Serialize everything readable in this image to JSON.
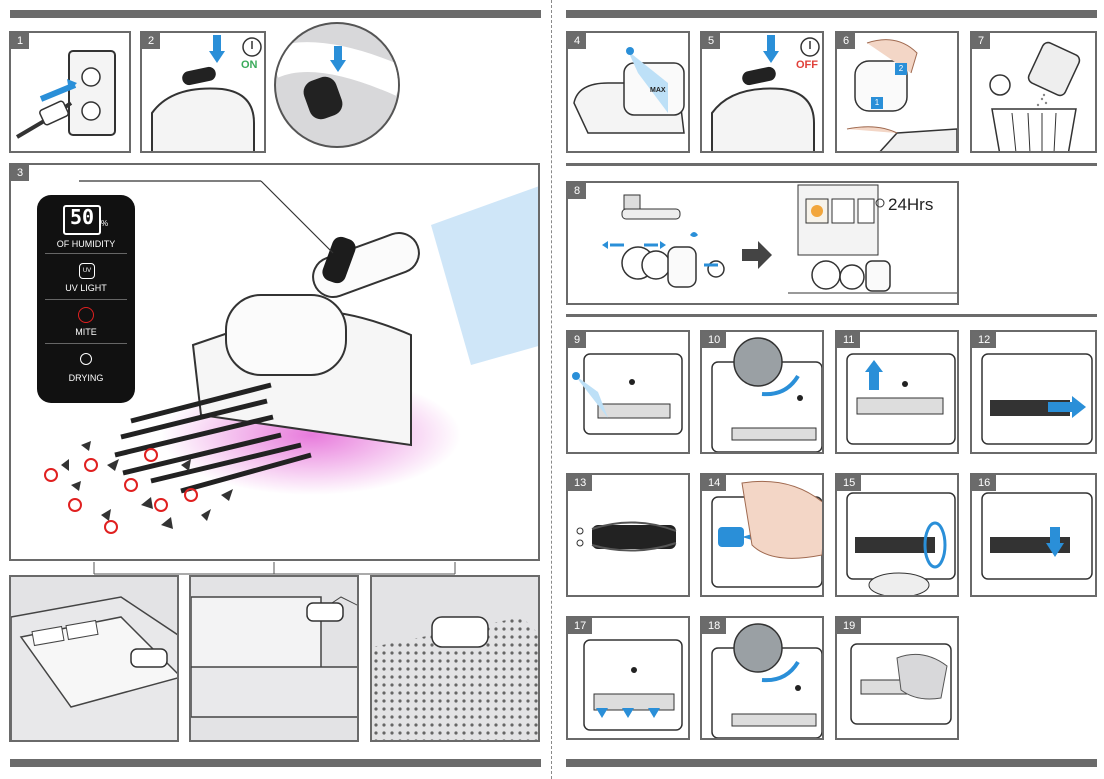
{
  "steps": {
    "s1": "1",
    "s2": "2",
    "s3": "3",
    "s4": "4",
    "s5": "5",
    "s6": "6",
    "s7": "7",
    "s8": "8",
    "s9": "9",
    "s10": "10",
    "s11": "11",
    "s12": "12",
    "s13": "13",
    "s14": "14",
    "s15": "15",
    "s16": "16",
    "s17": "17",
    "s18": "18",
    "s19": "19"
  },
  "power": {
    "on": "ON",
    "off": "OFF"
  },
  "display": {
    "humidity_value": "50",
    "humidity_unit": "%",
    "humidity_label": "OF HUMIDITY",
    "uv_icon_text": "UV",
    "uv_label": "UV LIGHT",
    "mite_label": "MITE",
    "drying_label": "DRYING"
  },
  "cup": {
    "max_label": "MAX"
  },
  "step6_callouts": {
    "first": "1",
    "second": "2"
  },
  "drying_time": "24Hrs",
  "icons": [
    "power-icon",
    "eye-icon",
    "sun-icon",
    "scissors-icon",
    "arrow-icon"
  ],
  "colors": {
    "bar": "#6b6b6b",
    "accent_blue": "#2a8fd8",
    "on_green": "#3aaa5a",
    "off_red": "#e0413a",
    "mite_red": "#e02020"
  }
}
